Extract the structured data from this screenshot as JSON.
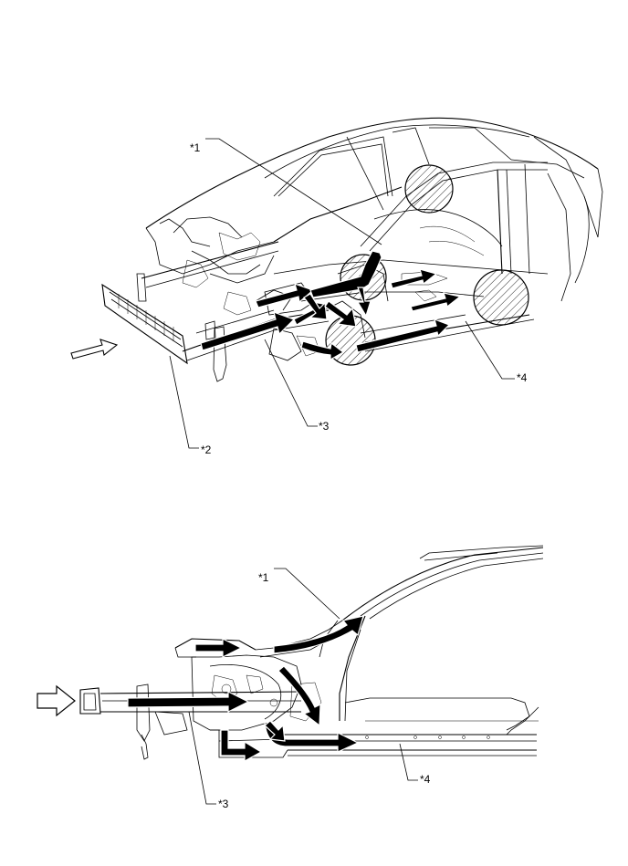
{
  "figures": [
    {
      "view": "perspective",
      "callouts": [
        {
          "id": "c1",
          "text": "*1"
        },
        {
          "id": "c2",
          "text": "*2"
        },
        {
          "id": "c3",
          "text": "*3"
        },
        {
          "id": "c4",
          "text": "*4"
        }
      ]
    },
    {
      "view": "side",
      "callouts": [
        {
          "id": "c1",
          "text": "*1"
        },
        {
          "id": "c3",
          "text": "*3"
        },
        {
          "id": "c4",
          "text": "*4"
        }
      ]
    }
  ],
  "colors": {
    "line": "#000000",
    "background": "#ffffff",
    "arrow": "#000000"
  }
}
